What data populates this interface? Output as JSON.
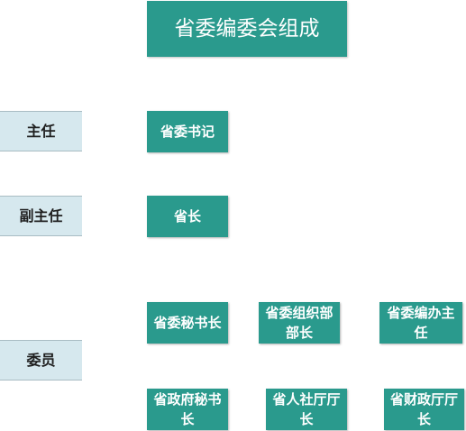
{
  "title": "省委编委会组成",
  "roles": {
    "director": "主任",
    "deputy_director": "副主任",
    "members": "委员"
  },
  "director_nodes": [
    "省委书记"
  ],
  "deputy_nodes": [
    "省长"
  ],
  "member_nodes": [
    "省委秘书长",
    "省委组织部部长",
    "省委编办主任",
    "省政府秘书长",
    "省人社厅厅长",
    "省财政厅厅长"
  ],
  "colors": {
    "node_fill": "#2a9a8d",
    "role_fill": "#d6e8ee"
  }
}
